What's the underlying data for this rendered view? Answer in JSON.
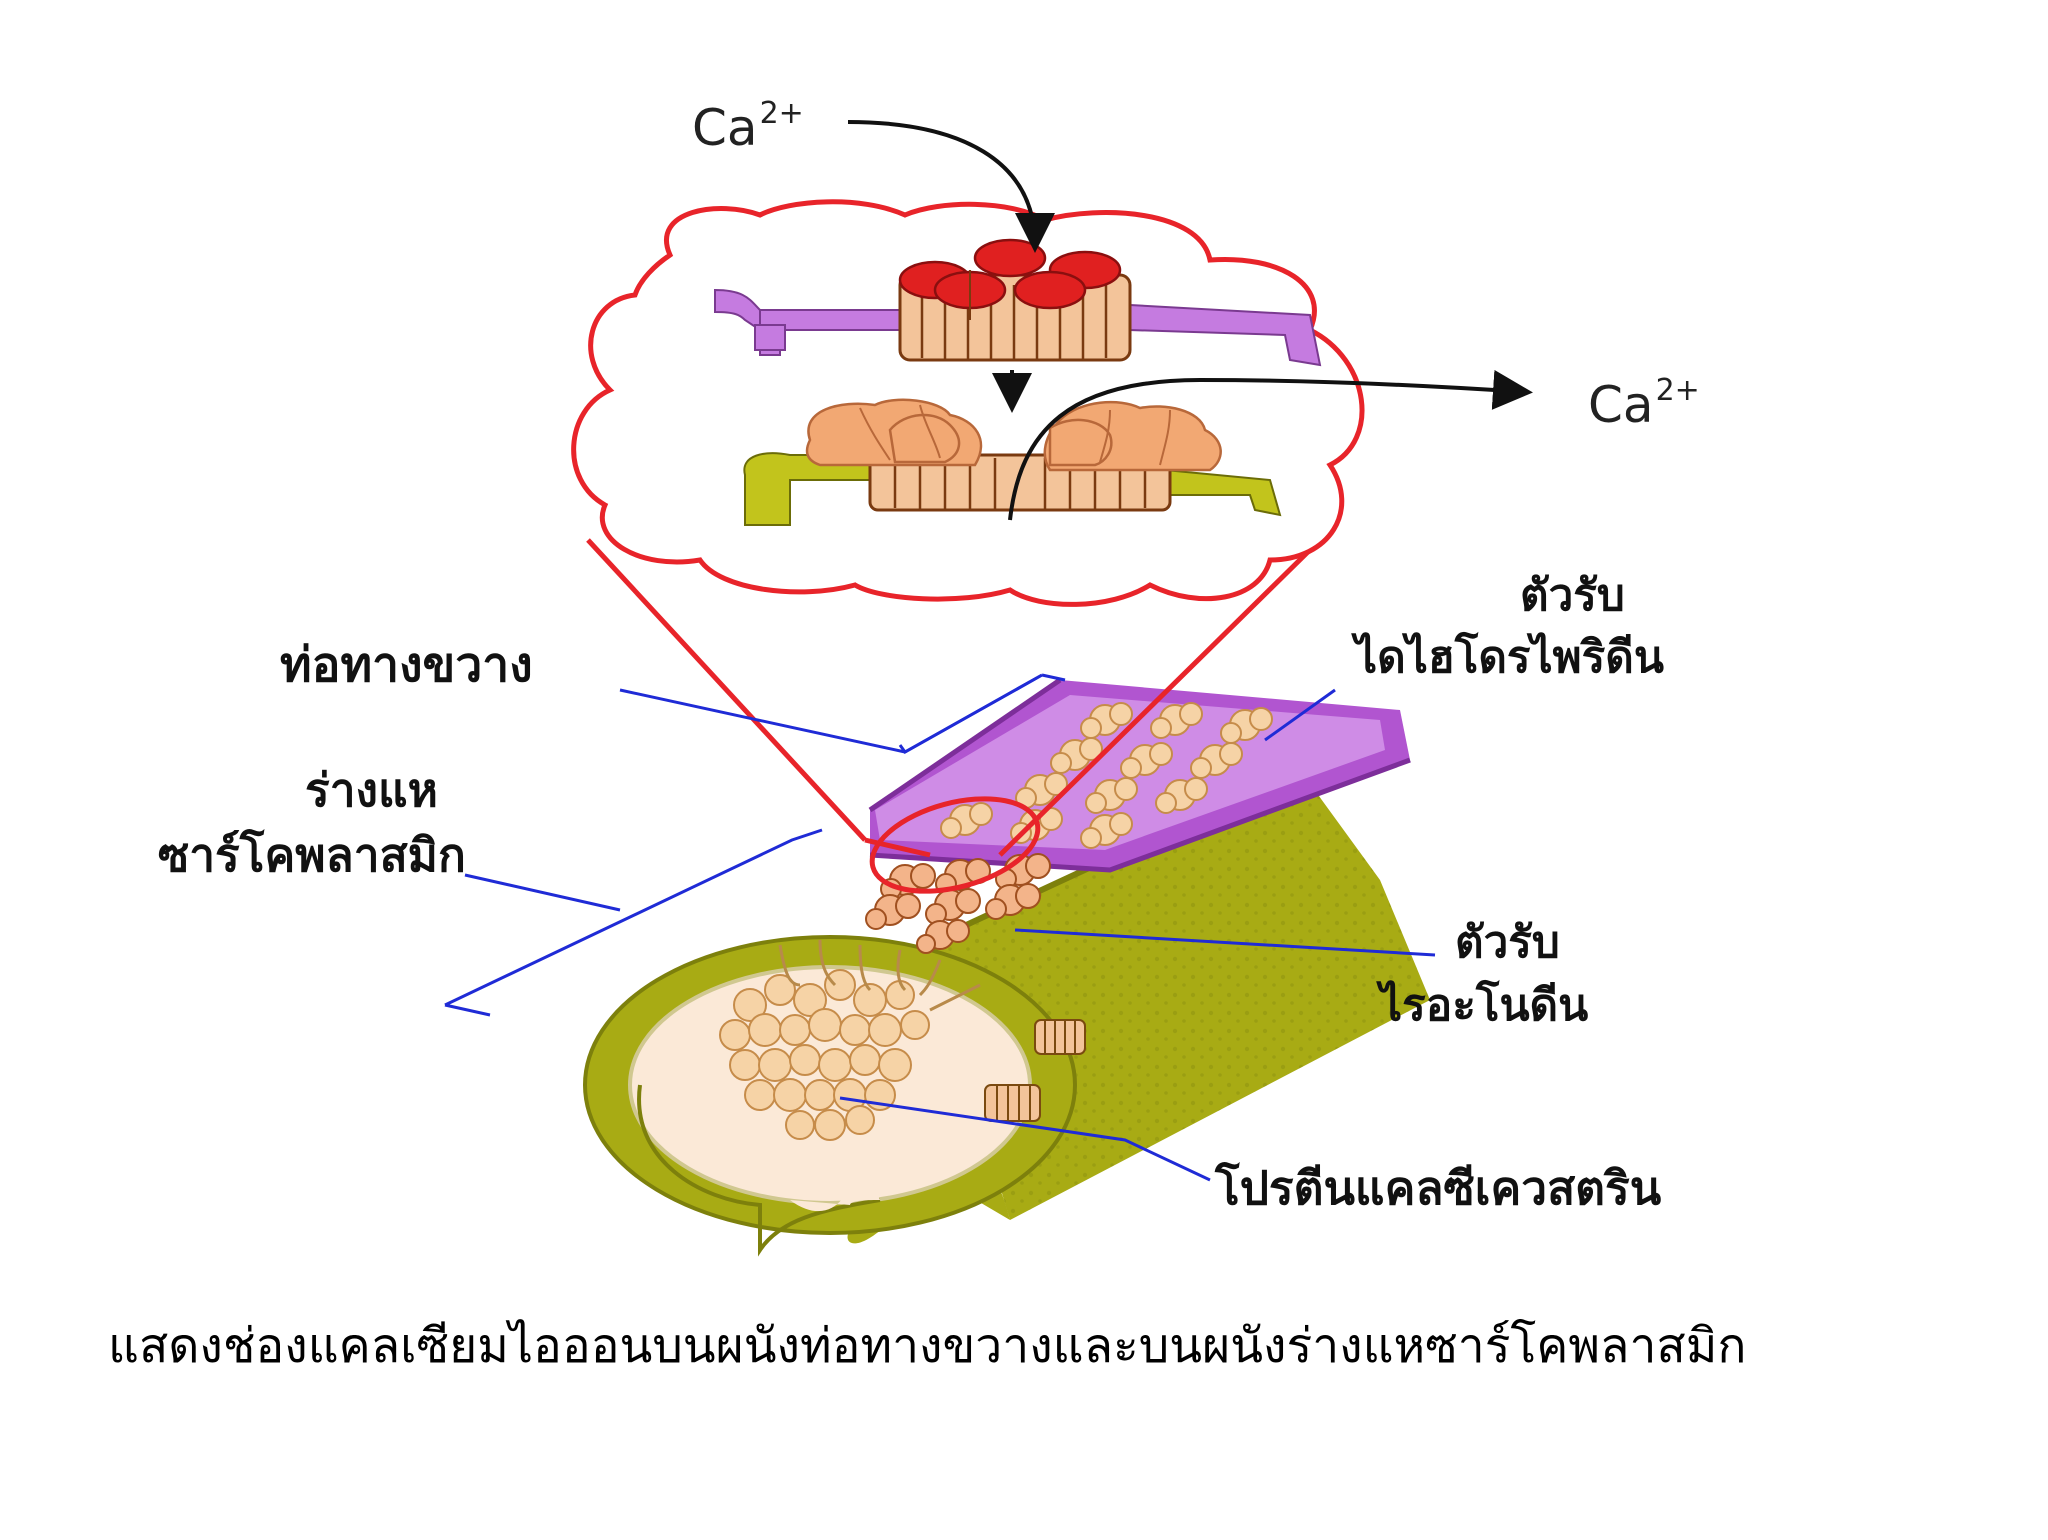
{
  "diagram": {
    "ion_in": {
      "symbol": "Ca",
      "charge": "2+"
    },
    "ion_out": {
      "symbol": "Ca",
      "charge": "2+"
    },
    "labels": {
      "t_tubule": "ท่อทางขวาง",
      "sr_line1": "ร่างแห",
      "sr_line2": "ซาร์โคพลาสมิก",
      "dhp_line1": "ตัวรับ",
      "dhp_line2": "ไดไฮโดรไพริดีน",
      "ryr_line1": "ตัวรับ",
      "ryr_line2": "ไรอะโนดีน",
      "calsequestrin": "โปรตีนแคลซีเควสตริน"
    },
    "colors": {
      "callout_red": "#e8242a",
      "channel_red": "#e02020",
      "channel_body": "#f3c49a",
      "open_channel": "#f2a873",
      "anchor_purple": "#c57be0",
      "anchor_olive": "#c2c41c",
      "t_tubule_purple": "#b155d0",
      "sr_olive": "#a8ab14",
      "lumen_cream": "#fbe9d7",
      "leader_blue": "#1f2bd6"
    }
  },
  "caption": "แสดงช่องแคลเซียมไอออนบนผนังท่อทางขวางและบนผนังร่างแหซาร์โคพลาสมิก"
}
